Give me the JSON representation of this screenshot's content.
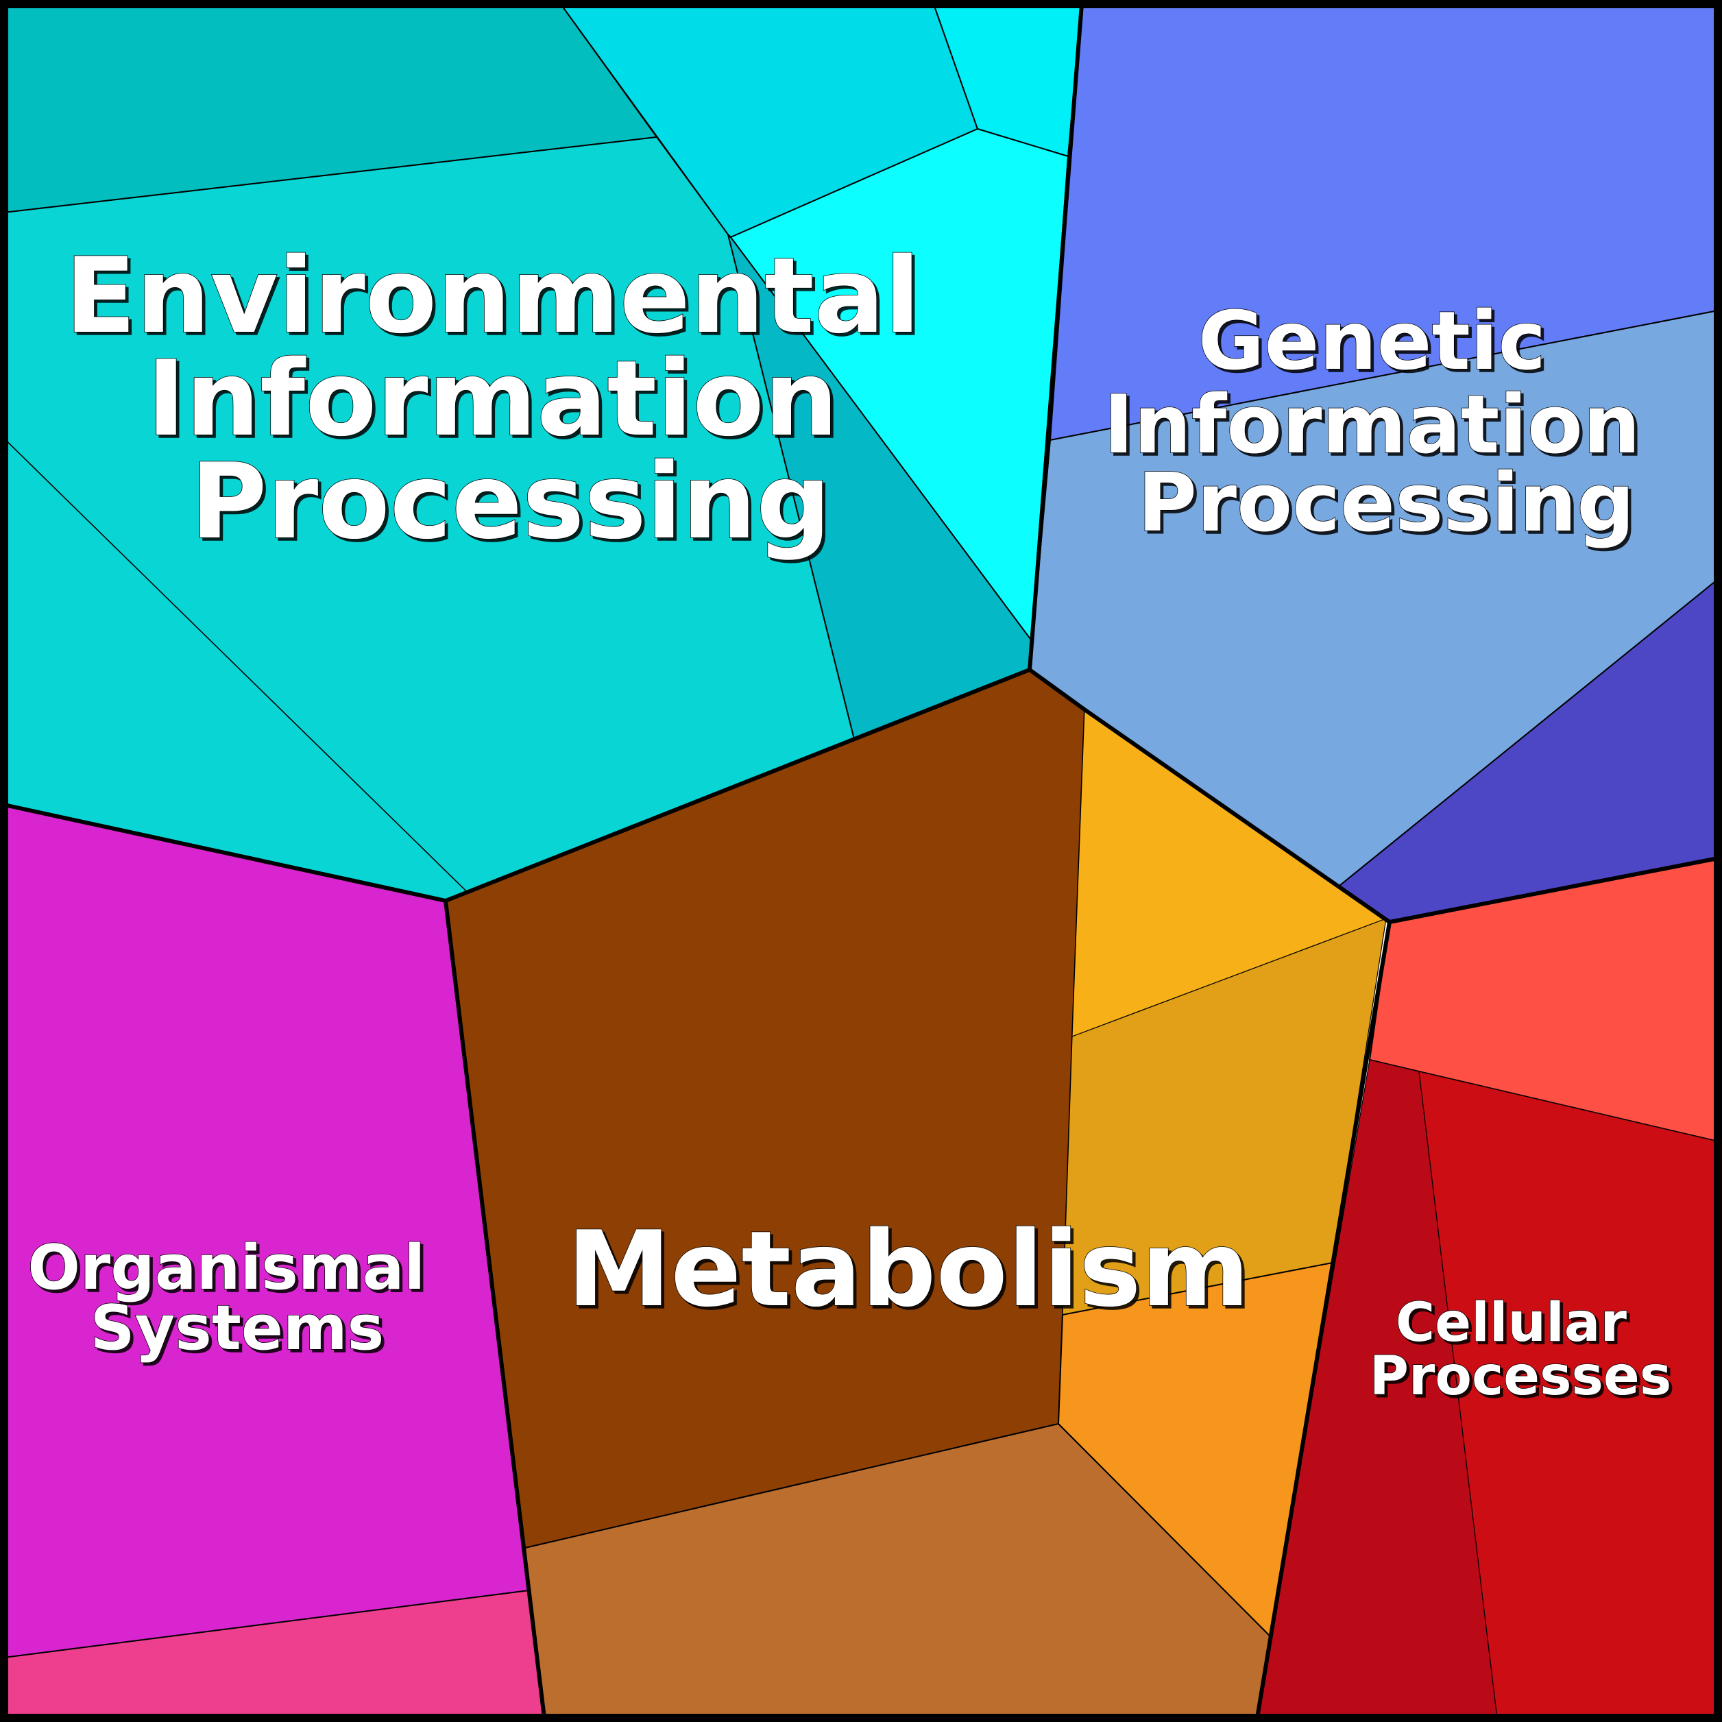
{
  "categories": [
    {
      "id": "environmental",
      "lines": [
        "Environmental",
        "Information",
        "Processing"
      ],
      "color": "#0ad5d5"
    },
    {
      "id": "genetic",
      "lines": [
        "Genetic",
        "Information",
        "Processing"
      ],
      "color": "#78a8e0"
    },
    {
      "id": "metabolism",
      "lines": [
        "Metabolism"
      ],
      "color": "#8e4004"
    },
    {
      "id": "organismal",
      "lines": [
        "Organismal",
        "Systems"
      ],
      "color": "#d825d0"
    },
    {
      "id": "cellular",
      "lines": [
        "Cellular",
        "Processes"
      ],
      "color": "#cc0e14"
    }
  ],
  "colors": {
    "environmental": [
      "#02bebe",
      "#0ad5d5",
      "#04b8c6",
      "#00dce8",
      "#00f0f8",
      "#0cfefe"
    ],
    "genetic": [
      "#637df8",
      "#78a8e0",
      "#4d47c6"
    ],
    "metabolism": [
      "#8e4004",
      "#bc6e2f",
      "#f8b018",
      "#e2a018",
      "#f6961c"
    ],
    "organismal": [
      "#d825d0",
      "#ee3e8e"
    ],
    "cellular": [
      "#fe5044",
      "#ba0a18",
      "#cc0e14"
    ],
    "outline": "#000000",
    "label_text": "#ffffff"
  }
}
